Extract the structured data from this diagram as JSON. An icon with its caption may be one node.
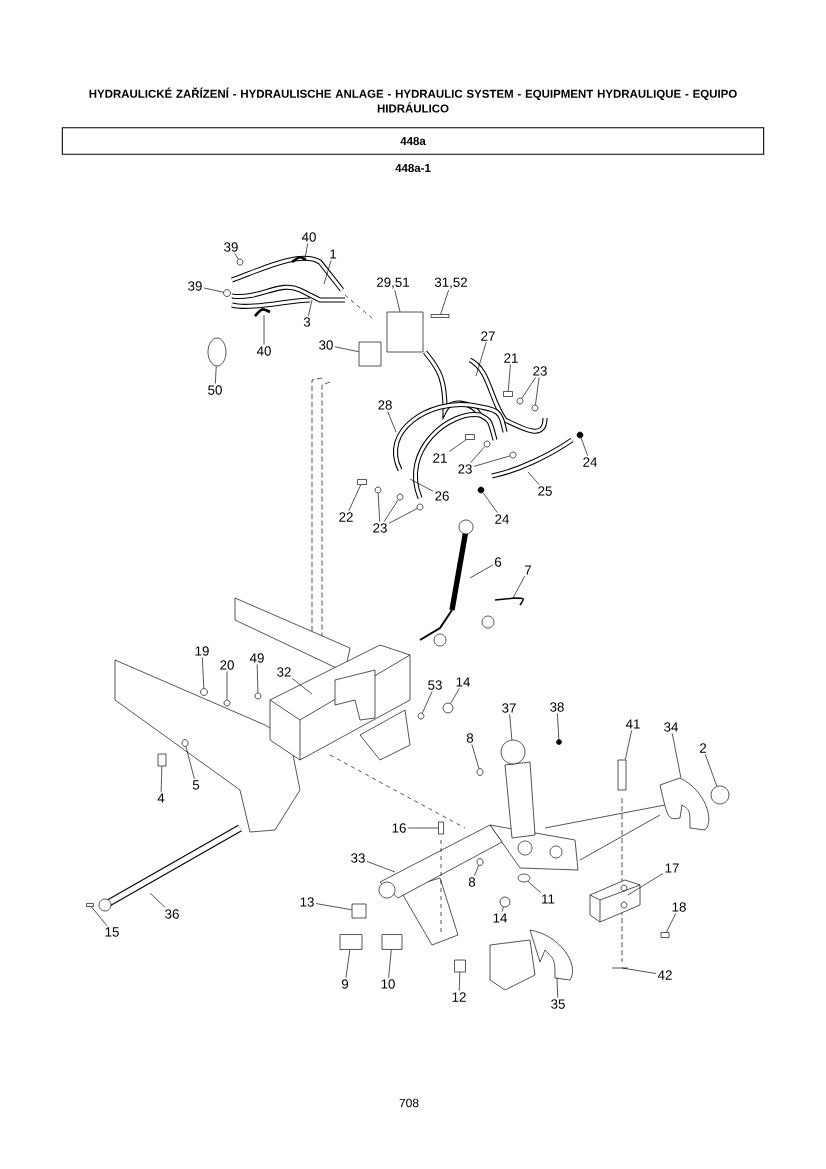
{
  "diagram": {
    "title": "HYDRAULICKÉ ZAŘÍZENÍ - HYDRAULISCHE ANLAGE - HYDRAULIC SYSTEM - EQUIPMENT HYDRAULIQUE - EQUIPO HIDRÁULICO",
    "nodes": [
      {
        "text": [
          "448a"
        ]
      },
      {
        "text": [
          "39"
        ]
      },
      {
        "text": [
          "39"
        ]
      },
      {
        "text": [
          "40"
        ]
      },
      {
        "text": [
          "1"
        ]
      },
      {
        "text": [
          "3"
        ]
      },
      {
        "text": [
          "40"
        ]
      },
      {
        "text": [
          "29,51"
        ]
      },
      {
        "text": [
          "31,52"
        ]
      },
      {
        "text": [
          "30"
        ]
      },
      {
        "text": [
          "50"
        ]
      },
      {
        "text": [
          "27"
        ]
      },
      {
        "text": [
          "21"
        ]
      },
      {
        "text": [
          "23"
        ]
      },
      {
        "text": [
          "28"
        ]
      },
      {
        "text": [
          "21"
        ]
      },
      {
        "text": [
          "23"
        ]
      },
      {
        "text": [
          "24"
        ]
      },
      {
        "text": [
          "25"
        ]
      },
      {
        "text": [
          "22"
        ]
      },
      {
        "text": [
          "23"
        ]
      },
      {
        "text": [
          "26"
        ]
      },
      {
        "text": [
          "24"
        ]
      },
      {
        "text": [
          "6"
        ]
      },
      {
        "text": [
          "7"
        ]
      },
      {
        "text": [
          "19"
        ]
      },
      {
        "text": [
          "20"
        ]
      },
      {
        "text": [
          "49"
        ]
      },
      {
        "text": [
          "32"
        ]
      },
      {
        "text": [
          "53"
        ]
      },
      {
        "text": [
          "14"
        ]
      },
      {
        "text": [
          "8"
        ]
      },
      {
        "text": [
          "37"
        ]
      },
      {
        "text": [
          "38"
        ]
      },
      {
        "text": [
          "41"
        ]
      },
      {
        "text": [
          "34"
        ]
      },
      {
        "text": [
          "2"
        ]
      },
      {
        "text": [
          "4"
        ]
      },
      {
        "text": [
          "5"
        ]
      },
      {
        "text": [
          "16"
        ]
      },
      {
        "text": [
          "33"
        ]
      },
      {
        "text": [
          "8"
        ]
      },
      {
        "text": [
          "11"
        ]
      },
      {
        "text": [
          "14"
        ]
      },
      {
        "text": [
          "17"
        ]
      },
      {
        "text": [
          "18"
        ]
      },
      {
        "text": [
          "13"
        ]
      },
      {
        "text": [
          "36"
        ]
      },
      {
        "text": [
          "15"
        ]
      },
      {
        "text": [
          "9"
        ]
      },
      {
        "text": [
          "10"
        ]
      },
      {
        "text": [
          "12"
        ]
      },
      {
        "text": [
          "35"
        ]
      },
      {
        "text": [
          "42"
        ]
      },
      {
        "text": [],
        "shape": "circle"
      },
      {
        "text": [],
        "shape": "circle"
      },
      {
        "text": [],
        "shape": "box"
      },
      {
        "text": [],
        "shape": "circle"
      },
      {
        "text": [],
        "shape": "box"
      },
      {
        "text": [],
        "shape": "circle"
      },
      {
        "text": [],
        "shape": "circle"
      },
      {
        "text": [],
        "shape": "box"
      },
      {
        "text": [],
        "shape": "circle"
      },
      {
        "text": [],
        "shape": "circle"
      },
      {
        "text": [],
        "shape": "circle"
      },
      {
        "text": [],
        "shape": "box"
      },
      {
        "text": [],
        "shape": "circle"
      },
      {
        "text": [],
        "shape": "circle"
      },
      {
        "text": [],
        "shape": "circle"
      },
      {
        "text": [],
        "shape": "circle"
      },
      {
        "text": [],
        "shape": "circle"
      },
      {
        "text": [],
        "shape": "circle"
      },
      {
        "text": [],
        "shape": "circle"
      },
      {
        "text": [],
        "shape": "circle"
      },
      {
        "text": [],
        "shape": "circle"
      },
      {
        "text": [],
        "shape": "circle"
      },
      {
        "text": [],
        "shape": "circle"
      },
      {
        "text": [],
        "shape": "box"
      },
      {
        "text": [],
        "shape": "circle"
      },
      {
        "text": [],
        "shape": "box"
      },
      {
        "text": [],
        "shape": "circle"
      },
      {
        "text": [],
        "shape": "circle"
      },
      {
        "text": [],
        "shape": "circle"
      },
      {
        "text": [],
        "shape": "circle"
      },
      {
        "text": [],
        "shape": "box"
      },
      {
        "text": [],
        "shape": "box"
      },
      {
        "text": [],
        "shape": "box"
      },
      {
        "text": [],
        "shape": "box"
      },
      {
        "text": [],
        "shape": "box"
      },
      {
        "text": [],
        "shape": "circle"
      },
      {
        "text": [],
        "shape": "box"
      },
      {
        "text": [],
        "shape": "box"
      },
      {
        "text": [],
        "shape": "box"
      },
      {
        "text": [],
        "shape": "box"
      },
      {
        "text": [],
        "shape": "picture"
      }
    ],
    "edges": [
      {
        "from": 1,
        "to": 54,
        "arrow": "none"
      },
      {
        "from": 2,
        "to": 55,
        "arrow": "none"
      },
      {
        "from": 3,
        "to": null,
        "arrow": "none"
      },
      {
        "from": 4,
        "to": null,
        "arrow": "none"
      },
      {
        "from": 5,
        "to": null,
        "arrow": "none"
      },
      {
        "from": 6,
        "to": null,
        "arrow": "none"
      },
      {
        "from": 7,
        "to": 92,
        "arrow": "none"
      },
      {
        "from": 8,
        "to": 93,
        "arrow": "none"
      },
      {
        "from": 9,
        "to": 56,
        "arrow": "none"
      },
      {
        "from": 10,
        "to": 57,
        "arrow": "none"
      },
      {
        "from": 11,
        "to": null,
        "arrow": "none"
      },
      {
        "from": 12,
        "to": 58,
        "arrow": "none"
      },
      {
        "from": 13,
        "to": 59,
        "arrow": "none"
      },
      {
        "from": 13,
        "to": 60,
        "arrow": "none"
      },
      {
        "from": 14,
        "to": null,
        "arrow": "none"
      },
      {
        "from": 15,
        "to": 61,
        "arrow": "none"
      },
      {
        "from": 16,
        "to": 62,
        "arrow": "none"
      },
      {
        "from": 16,
        "to": 63,
        "arrow": "none"
      },
      {
        "from": 17,
        "to": 64,
        "arrow": "none"
      },
      {
        "from": 18,
        "to": null,
        "arrow": "none"
      },
      {
        "from": 19,
        "to": 65,
        "arrow": "none"
      },
      {
        "from": 20,
        "to": 66,
        "arrow": "none"
      },
      {
        "from": 20,
        "to": 67,
        "arrow": "none"
      },
      {
        "from": 20,
        "to": 68,
        "arrow": "none"
      },
      {
        "from": 21,
        "to": null,
        "arrow": "none"
      },
      {
        "from": 22,
        "to": 69,
        "arrow": "none"
      },
      {
        "from": 23,
        "to": null,
        "arrow": "none"
      },
      {
        "from": 24,
        "to": null,
        "arrow": "none"
      },
      {
        "from": 25,
        "to": 70,
        "arrow": "none"
      },
      {
        "from": 26,
        "to": 71,
        "arrow": "none"
      },
      {
        "from": 27,
        "to": 72,
        "arrow": "none"
      },
      {
        "from": 28,
        "to": null,
        "arrow": "none"
      },
      {
        "from": 29,
        "to": 73,
        "arrow": "none"
      },
      {
        "from": 30,
        "to": 74,
        "arrow": "none"
      },
      {
        "from": 31,
        "to": 75,
        "arrow": "none"
      },
      {
        "from": 32,
        "to": 89,
        "arrow": "none"
      },
      {
        "from": 33,
        "to": 76,
        "arrow": "none"
      },
      {
        "from": 34,
        "to": 77,
        "arrow": "none"
      },
      {
        "from": 35,
        "to": 94,
        "arrow": "none"
      },
      {
        "from": 36,
        "to": 78,
        "arrow": "none"
      },
      {
        "from": 37,
        "to": 79,
        "arrow": "none"
      },
      {
        "from": 38,
        "to": 80,
        "arrow": "none"
      },
      {
        "from": 39,
        "to": 90,
        "arrow": "none"
      },
      {
        "from": 40,
        "to": null,
        "arrow": "none"
      },
      {
        "from": 41,
        "to": 81,
        "arrow": "none"
      },
      {
        "from": 42,
        "to": 82,
        "arrow": "none"
      },
      {
        "from": 43,
        "to": 83,
        "arrow": "none"
      },
      {
        "from": 44,
        "to": null,
        "arrow": "none"
      },
      {
        "from": 45,
        "to": 84,
        "arrow": "none"
      },
      {
        "from": 46,
        "to": 85,
        "arrow": "none"
      },
      {
        "from": 47,
        "to": null,
        "arrow": "none"
      },
      {
        "from": 48,
        "to": 91,
        "arrow": "none"
      },
      {
        "from": 49,
        "to": 86,
        "arrow": "none"
      },
      {
        "from": 50,
        "to": 87,
        "arrow": "none"
      },
      {
        "from": 51,
        "to": 88,
        "arrow": "none"
      },
      {
        "from": 52,
        "to": null,
        "arrow": "none"
      },
      {
        "from": 53,
        "to": null,
        "arrow": "none"
      }
    ],
    "labels": [
      "448a-1",
      "708"
    ]
  }
}
